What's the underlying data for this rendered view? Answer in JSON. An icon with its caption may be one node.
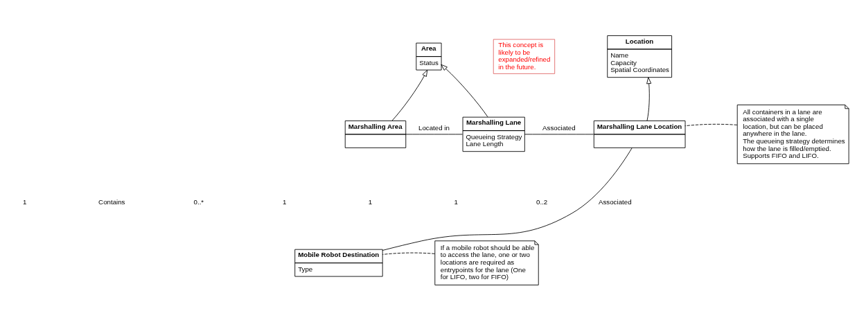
{
  "diagram": {
    "nodes": [
      {
        "text": [
          "Area",
          "Status"
        ]
      },
      {
        "text": [
          "This concept is likely to be expanded/refined in the future."
        ]
      },
      {
        "text": [
          "Location",
          "Name",
          "Capacity",
          "Spatial Coordinates"
        ]
      },
      {
        "text": [
          "All containers in a lane are associated with a single location, but can be placed anywhere in the lane.",
          "The queueing strategy determines how the lane is filled/emptied. Supports FIFO and LIFO."
        ]
      },
      {
        "text": [
          "Marshalling Area"
        ]
      },
      {
        "text": [
          "Marshalling Lane",
          "Queueing Strategy",
          "Lane Length"
        ]
      },
      {
        "text": [
          "Marshalling Lane Location"
        ]
      },
      {
        "text": [
          "If a mobile robot should be able to access the lane, one or two locations are required as entrypoints for the lane (One for LIFO, two for FIFO)"
        ]
      },
      {
        "text": [
          "Mobile Robot Destination",
          "Type"
        ]
      }
    ],
    "edges": [
      {
        "from": 4,
        "to": 0,
        "arrow": "to"
      },
      {
        "from": 5,
        "to": 0,
        "arrow": "to"
      },
      {
        "from": 4,
        "to": 5,
        "arrow": "none",
        "label": "Located in"
      },
      {
        "from": 5,
        "to": 6,
        "arrow": "none",
        "label": "Associated"
      },
      {
        "from": 6,
        "to": 2,
        "arrow": "to"
      },
      {
        "from": 6,
        "to": 8,
        "arrow": "none",
        "label": "Associated"
      },
      {
        "from": 3,
        "to": 6,
        "arrow": "none",
        "style": "dashed"
      },
      {
        "from": 7,
        "to": 8,
        "arrow": "none",
        "style": "dashed"
      }
    ],
    "labels": [
      "1",
      "Contains",
      "0..*",
      "1",
      "1",
      "1",
      "0..2"
    ]
  }
}
